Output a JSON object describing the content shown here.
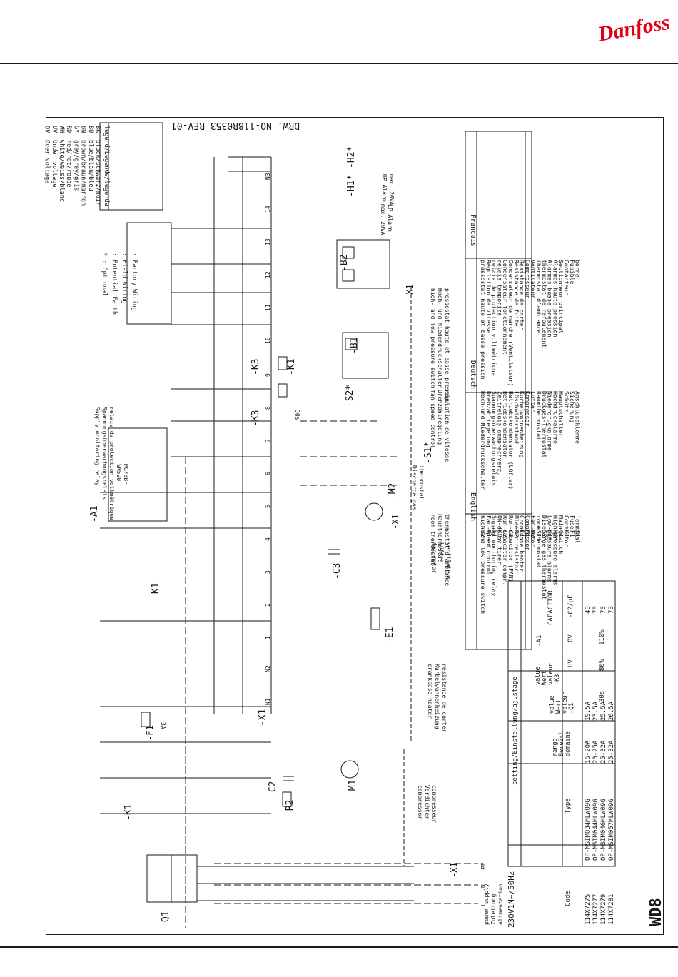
{
  "brand": {
    "logo_text": "Danfoss"
  },
  "drawing": {
    "number": "DRW. NO-118R0353_REV-01",
    "model": "WD8"
  },
  "legend_colors": {
    "title": "legend/Legende/légende",
    "items": [
      {
        "code": "BK",
        "text": "black/schwarz/noir"
      },
      {
        "code": "BU",
        "text": "blue/blau/bleu"
      },
      {
        "code": "BN",
        "text": "brown/braun/marron"
      },
      {
        "code": "GY",
        "text": "grey/grey/gris"
      },
      {
        "code": "RD",
        "text": "red/rot/rouge"
      },
      {
        "code": "WH",
        "text": "white/weiss/blanc"
      },
      {
        "code": "UV",
        "text": "Under voltage"
      },
      {
        "code": "OV",
        "text": "Over voltage"
      }
    ]
  },
  "legend_wiring": {
    "items": [
      {
        "text": ": Factory Wiring"
      },
      {
        "text": ": Field Wiring"
      },
      {
        "text": ": Potential Earth"
      },
      {
        "text": "* : Optional"
      }
    ]
  },
  "components_table": {
    "headers": [
      "",
      "English",
      "Deutsch",
      "Français"
    ],
    "rows": [
      [
        "-B2",
        "high and low pressure switch",
        "Hoch-und Niederdruckschalter",
        "pressostat haute et basse pression"
      ],
      [
        "-B1",
        "Fan speed control",
        "Drehzahlregelung",
        "Régulation de vitesse"
      ],
      [
        "-A1",
        "Supply monitoring relay",
        "Spannungsüberwachungsrelais",
        "relais de protection voltmétrique"
      ],
      [
        "-K3",
        "ON-delay timer",
        "Zeitrelais ansprechverz.",
        "relais temporizé"
      ],
      [
        "-C2",
        "Run capacitor compr.",
        "Betriebskondensator",
        "Condensateur fonctionnement"
      ],
      [
        "-C3",
        "Run capacitor (FAN)",
        "Betriebskondensator (Lüfter)",
        "Condensateur de marche (Ventilateur)"
      ],
      [
        "-R2",
        "Bleeder resistor",
        "Löschwiderstand",
        "Résistance de fuite"
      ],
      [
        "-E1",
        "Crankcase heater",
        "Kurbelwannenheizung",
        "Résistance de carter"
      ],
      [
        "-M1",
        "Compressor",
        "Kompressor",
        "Compresseur"
      ],
      [
        "-M2",
        "Fan motor",
        "Lüfter",
        "Ventilateur"
      ],
      [
        "-S1*",
        "room thermostat",
        "Raumthermostat",
        "thermostat d'ambiance"
      ],
      [
        "-S2*",
        "Discharge gas thermostat",
        "Druckgas-Thermostat",
        "thermostat de refoulement"
      ],
      [
        "-H1*",
        "Low pressure alarms",
        "Niederdruckalarme",
        "Alarmes basse pression"
      ],
      [
        "-H2*",
        "High pressure alarms",
        "Hochdruckalarme",
        "Alarmes haute pression"
      ],
      [
        "-Q1",
        "Main switch",
        "Hauptschalter",
        "Sectionneur principal"
      ],
      [
        "-K1",
        "Contactor",
        "Schütz",
        "Contacteur"
      ],
      [
        "-F1",
        "Fuse",
        "Sicherung",
        "Fusible"
      ],
      [
        "-X1",
        "Terminal",
        "Anschlussklemme",
        "borne"
      ]
    ]
  },
  "settings_table": {
    "title": "setting/Einstellung/ajustage",
    "col_code": "Code",
    "col_type": "Type",
    "col_range": [
      "range",
      "Bereich",
      "domaine"
    ],
    "col_value_q1": [
      "value",
      "Wert",
      "valeur",
      "-Q1"
    ],
    "col_value_k3": [
      "value",
      "Wert",
      "valeur",
      "-K3"
    ],
    "col_a1": "-A1",
    "col_uv": "UV",
    "col_ov": "OV",
    "col_capacitor": "CAPACITOR",
    "col_c2": "-C2/µF",
    "k3_value": "30s",
    "uv_value": "86%",
    "ov_value": "110%",
    "rows": [
      {
        "code": "114X7275",
        "type": "OP-MSIM034MLW09G",
        "range": "16-20A",
        "q1": "19.5A",
        "c2": "40"
      },
      {
        "code": "114X7277",
        "type": "OP-MSIM044MLW09G",
        "range": "20-25A",
        "q1": "23.5A",
        "c2": "70"
      },
      {
        "code": "114X7279",
        "type": "OP-MSIM046MLW09G",
        "range": "25-32A",
        "q1": "25.5A",
        "c2": "70"
      },
      {
        "code": "114X7281",
        "type": "OP-MSIM057MLW09G",
        "range": "25-32A",
        "q1": "26.5A",
        "c2": "70"
      }
    ]
  },
  "power_supply": {
    "label_en": "power supply",
    "label_de": "Zuleitung",
    "label_fr": "alimentation",
    "voltage": "230V1N~/50Hz",
    "terminals": [
      "L",
      "N",
      "PE"
    ]
  },
  "schematic_labels": {
    "q1": "-Q1",
    "k1": "-K1",
    "k1b": "-K1",
    "k1c": "-K1",
    "f1": "-F1",
    "f1_rating": "3A",
    "c2": "-C2",
    "r2": "-R2",
    "m1": "-M1",
    "x1": "-X1",
    "x1_pe": "-X1",
    "x1_fan": "-X1",
    "x1_b2": "-X1",
    "e1": "-E1",
    "c3": "-C3",
    "m2": "-M2",
    "a1": "-A1",
    "k3": "-K3",
    "k3b": "-K3",
    "s1": "-S1*",
    "s2": "-S2*",
    "b1": "-B1",
    "b2": "-B2",
    "h1": "-H1*",
    "h2": "-H2*",
    "a1_model_1": "SM590",
    "a1_model_2": "MG73BF",
    "k3_time": "30s",
    "lp_alarm": "LP Alarm",
    "lp_max": "max. 20VA",
    "hp_alarm": "HP Alarm",
    "hp_max": "max. 20VA",
    "compressor_en": "compressor",
    "compressor_de": "Verdichter",
    "compressor_fr": "compresseur",
    "crankcase_en": "crankcase heater",
    "crankcase_de": "Kurbelwannenheizung",
    "crankcase_fr": "résistance de carter",
    "fan_en": "fan motor",
    "fan_de": "Lüfter",
    "fan_fr": "ventilateur",
    "room_en": "room thermostat",
    "room_de": "Raumthermostat",
    "room_fr": "thermostat d'ambiance",
    "disch_en": "Discharge gas",
    "disch_2": "thermostat",
    "fsc_en": "fan speed control",
    "fsc_de": "Drehzahlregelung",
    "fsc_fr": "régulation de vitesse",
    "hlp_en": "high- and low pressure switch",
    "hlp_de": "Hoch- und Niederdruckschalter",
    "hlp_fr": "pressostat haute et basse pression",
    "smr_en": "Supply monitoring relay",
    "smr_de": "Spannungsüberwachungsrelais",
    "smr_fr": "relais de protection voltmétrique",
    "pe": "PE",
    "bn": "BN",
    "bu": "BU",
    "bk": "BK",
    "gy": "GY",
    "tb_nums": [
      "N1",
      "N2",
      "1",
      "2",
      "3",
      "4",
      "5",
      "6",
      "7",
      "8",
      "9",
      "10",
      "11",
      "12",
      "13",
      "14",
      "N3"
    ]
  }
}
